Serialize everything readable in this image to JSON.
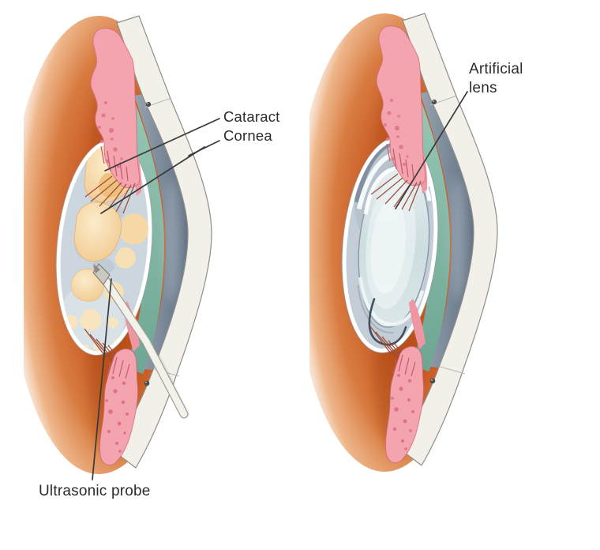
{
  "figure": {
    "labels": {
      "cataract": "Cataract",
      "cornea": "Cornea",
      "ultrasonic_probe": "Ultrasonic probe",
      "artificial_lens": "Artificial lens"
    },
    "colors": {
      "background": "#ffffff",
      "label_text": "#2c2c2c",
      "leader_line": "#3a3a3a",
      "sclera_band": "#f3f0ea",
      "sclera_outline": "#8d8d8a",
      "fundus_orange": "#c95d25",
      "iris_pink": "#f4a4ae",
      "iris_spot": "#dd7287",
      "ciliary_teal": "#7fb5a1",
      "anterior_chamber_gray": "#6e7d8f",
      "lens_capsule": "#ccd6df",
      "cataract_fragment": "#f2c98d",
      "artificial_lens": "#d5e3e5",
      "haptic_wire": "#42505c",
      "probe": "#f2f1ea",
      "suture_dot": "#4c4c4a"
    }
  }
}
